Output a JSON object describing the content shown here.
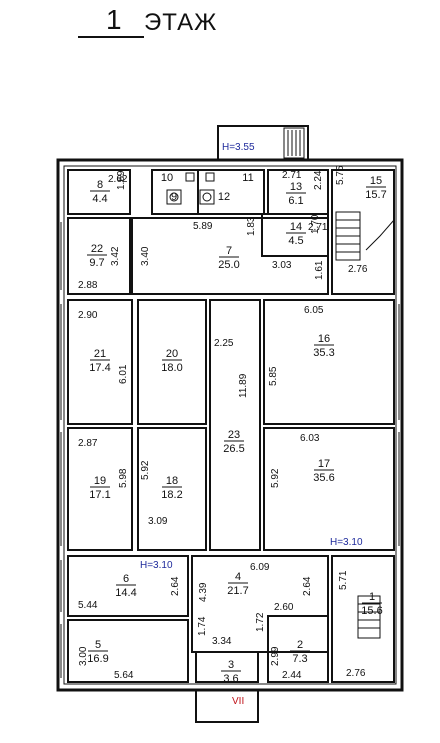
{
  "header": {
    "floor_number": "1",
    "floor_word": "ЭТАЖ"
  },
  "heights": {
    "top": "H=3.55",
    "right": "H=3.10",
    "left": "H=3.10"
  },
  "exit_label": "VII",
  "rooms": [
    {
      "num": "1",
      "area": "15.6"
    },
    {
      "num": "2",
      "area": "7.3"
    },
    {
      "num": "3",
      "area": "3.6"
    },
    {
      "num": "4",
      "area": "21.7"
    },
    {
      "num": "5",
      "area": "16.9"
    },
    {
      "num": "6",
      "area": "14.4"
    },
    {
      "num": "7",
      "area": "25.0"
    },
    {
      "num": "8",
      "area": "4.4"
    },
    {
      "num": "9",
      "area": ""
    },
    {
      "num": "10",
      "area": ""
    },
    {
      "num": "11",
      "area": ""
    },
    {
      "num": "12",
      "area": ""
    },
    {
      "num": "13",
      "area": "6.1"
    },
    {
      "num": "14",
      "area": "4.5"
    },
    {
      "num": "15",
      "area": "15.7"
    },
    {
      "num": "16",
      "area": "35.3"
    },
    {
      "num": "17",
      "area": "35.6"
    },
    {
      "num": "18",
      "area": "18.2"
    },
    {
      "num": "19",
      "area": "17.1"
    },
    {
      "num": "20",
      "area": "18.0"
    },
    {
      "num": "21",
      "area": "17.4"
    },
    {
      "num": "22",
      "area": "9.7"
    },
    {
      "num": "23",
      "area": "26.5"
    }
  ],
  "dims": [
    "2.62",
    "1.69",
    "2.71",
    "2.24",
    "5.75",
    "5.89",
    "1.83",
    "2.71",
    "1.70",
    "3.42",
    "3.40",
    "3.03",
    "1.61",
    "2.76",
    "2.88",
    "2.90",
    "6.05",
    "2.25",
    "6.01",
    "11.89",
    "5.85",
    "2.87",
    "6.03",
    "5.98",
    "5.92",
    "5.92",
    "3.09",
    "6.09",
    "2.64",
    "4.39",
    "2.64",
    "5.71",
    "5.44",
    "2.60",
    "1.74",
    "3.34",
    "1.72",
    "3.00",
    "2.99",
    "5.64",
    "2.44",
    "2.76"
  ]
}
